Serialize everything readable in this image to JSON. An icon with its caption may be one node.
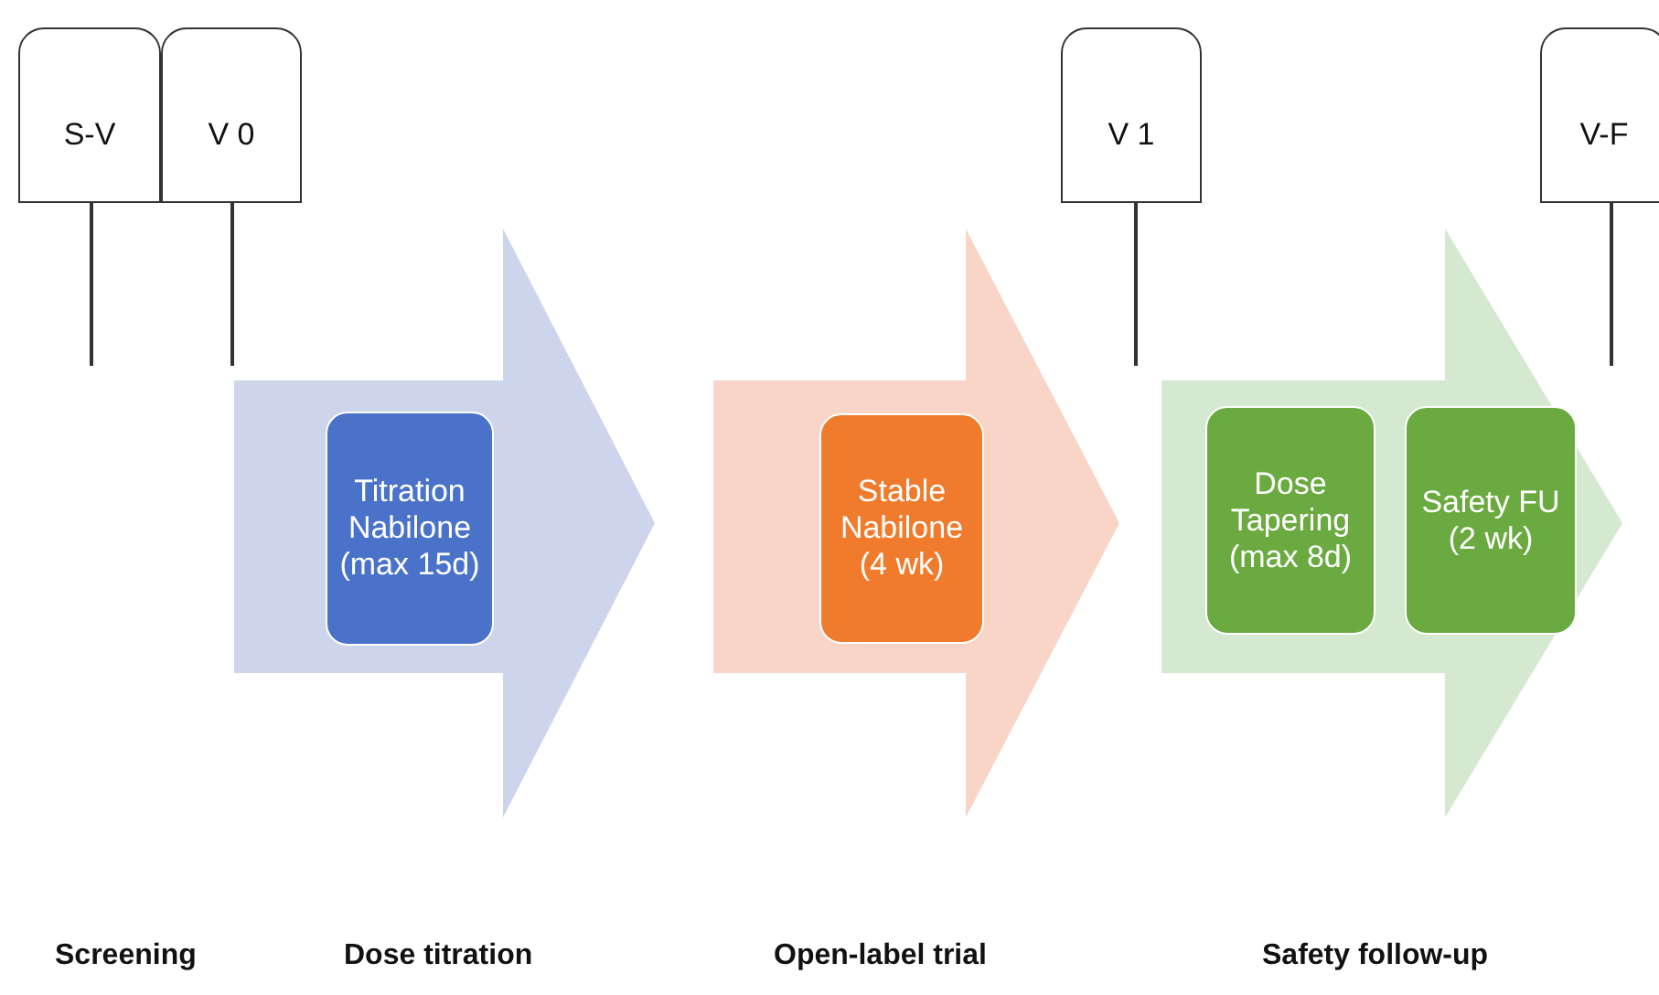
{
  "diagram": {
    "nodes": [
      {
        "text": [
          "S-V"
        ]
      },
      {
        "text": [
          "V 0"
        ]
      },
      {
        "text": [],
        "shape": "arrow"
      },
      {
        "text": [
          "Titration Nabilone (max 15d)"
        ],
        "in": 2
      },
      {
        "text": [],
        "shape": "arrow"
      },
      {
        "text": [
          "Stable Nabilone (4 wk)"
        ],
        "in": 4
      },
      {
        "text": [
          "V 1"
        ]
      },
      {
        "text": [],
        "shape": "arrow"
      },
      {
        "text": [
          "Dose Tapering (max 8d)"
        ],
        "in": 7
      },
      {
        "text": [
          "Safety FU (2 wk)"
        ],
        "in": 7
      },
      {
        "text": [
          "V-F"
        ]
      }
    ],
    "labels": [
      "Screening",
      "Dose titration",
      "Open-label trial",
      "Safety follow-up"
    ]
  }
}
